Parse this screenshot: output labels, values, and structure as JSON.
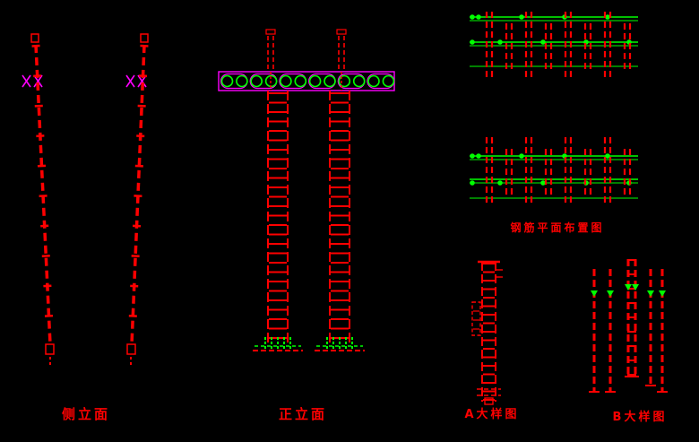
{
  "drawing": {
    "colors": {
      "background": "#000000",
      "red": "#ff0000",
      "green": "#00ff00",
      "magenta": "#ff00ff"
    },
    "labels": {
      "side_elevation": "侧立面",
      "front_elevation": "正立面",
      "plan_layout": "钢筋平面布置图",
      "detail_a": "A大样图",
      "detail_b": "B大样图"
    }
  }
}
